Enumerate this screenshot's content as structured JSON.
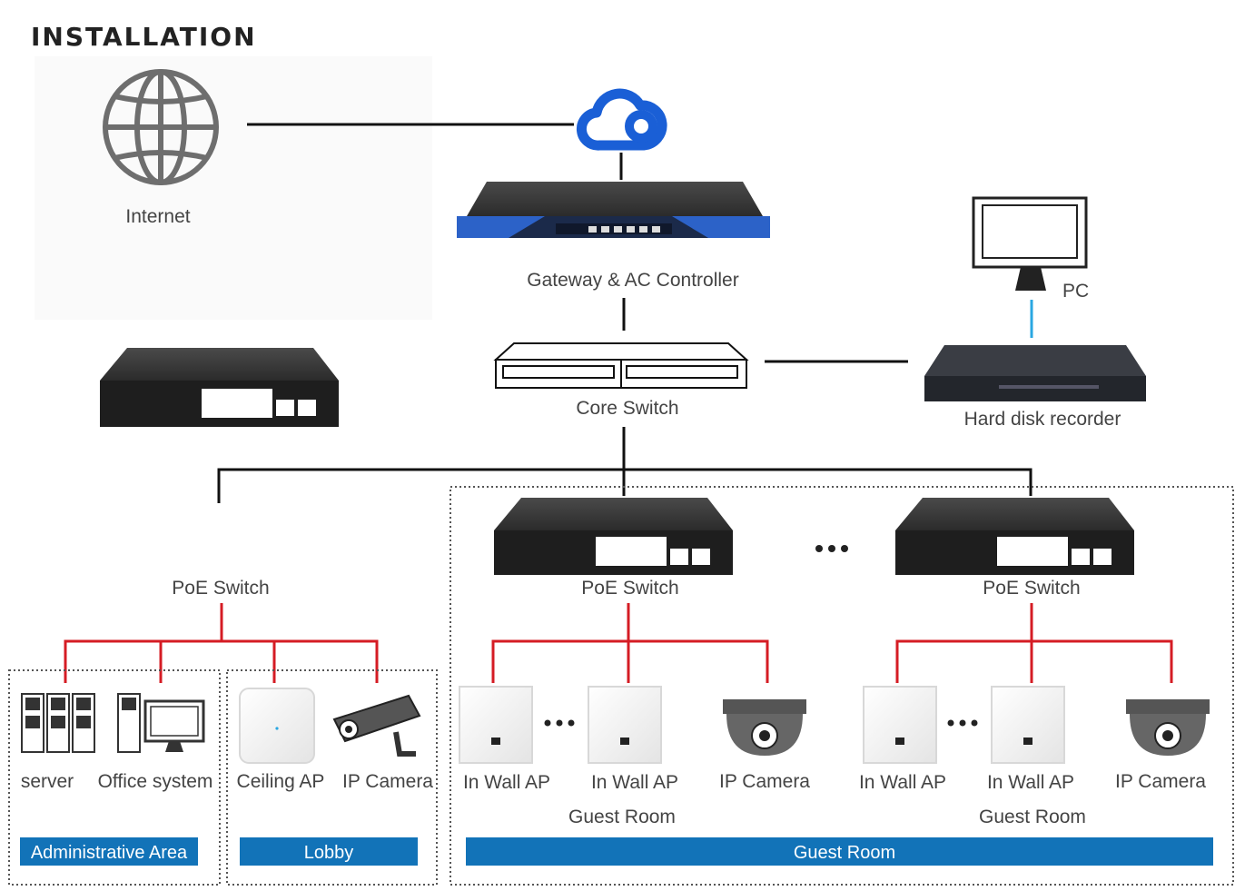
{
  "title": "INSTALLATION",
  "nodes": {
    "internet": "Internet",
    "gateway": "Gateway & AC Controller",
    "core_switch": "Core Switch",
    "pc": "PC",
    "hdr": "Hard disk recorder",
    "poe_left": "PoE Switch",
    "poe_mid": "PoE Switch",
    "poe_right": "PoE Switch",
    "server": "server",
    "office": "Office system",
    "ceiling_ap": "Ceiling AP",
    "ip_camera_lobby": "IP Camera",
    "in_wall_ap_1": "In Wall AP",
    "in_wall_ap_2": "In Wall AP",
    "ip_camera_2": "IP Camera",
    "in_wall_ap_3": "In Wall AP",
    "in_wall_ap_4": "In Wall AP",
    "ip_camera_3": "IP Camera",
    "guest_room_1": "Guest Room",
    "guest_room_2": "Guest Room"
  },
  "areas": {
    "admin": "Administrative Area",
    "lobby": "Lobby",
    "guest": "Guest Room"
  },
  "colors": {
    "cloud": "#1a5fd6",
    "area_bar": "#1273b8",
    "link_red": "#d51c24",
    "link_blue": "#2aa7e2",
    "device_dark": "#2a2a2a"
  }
}
